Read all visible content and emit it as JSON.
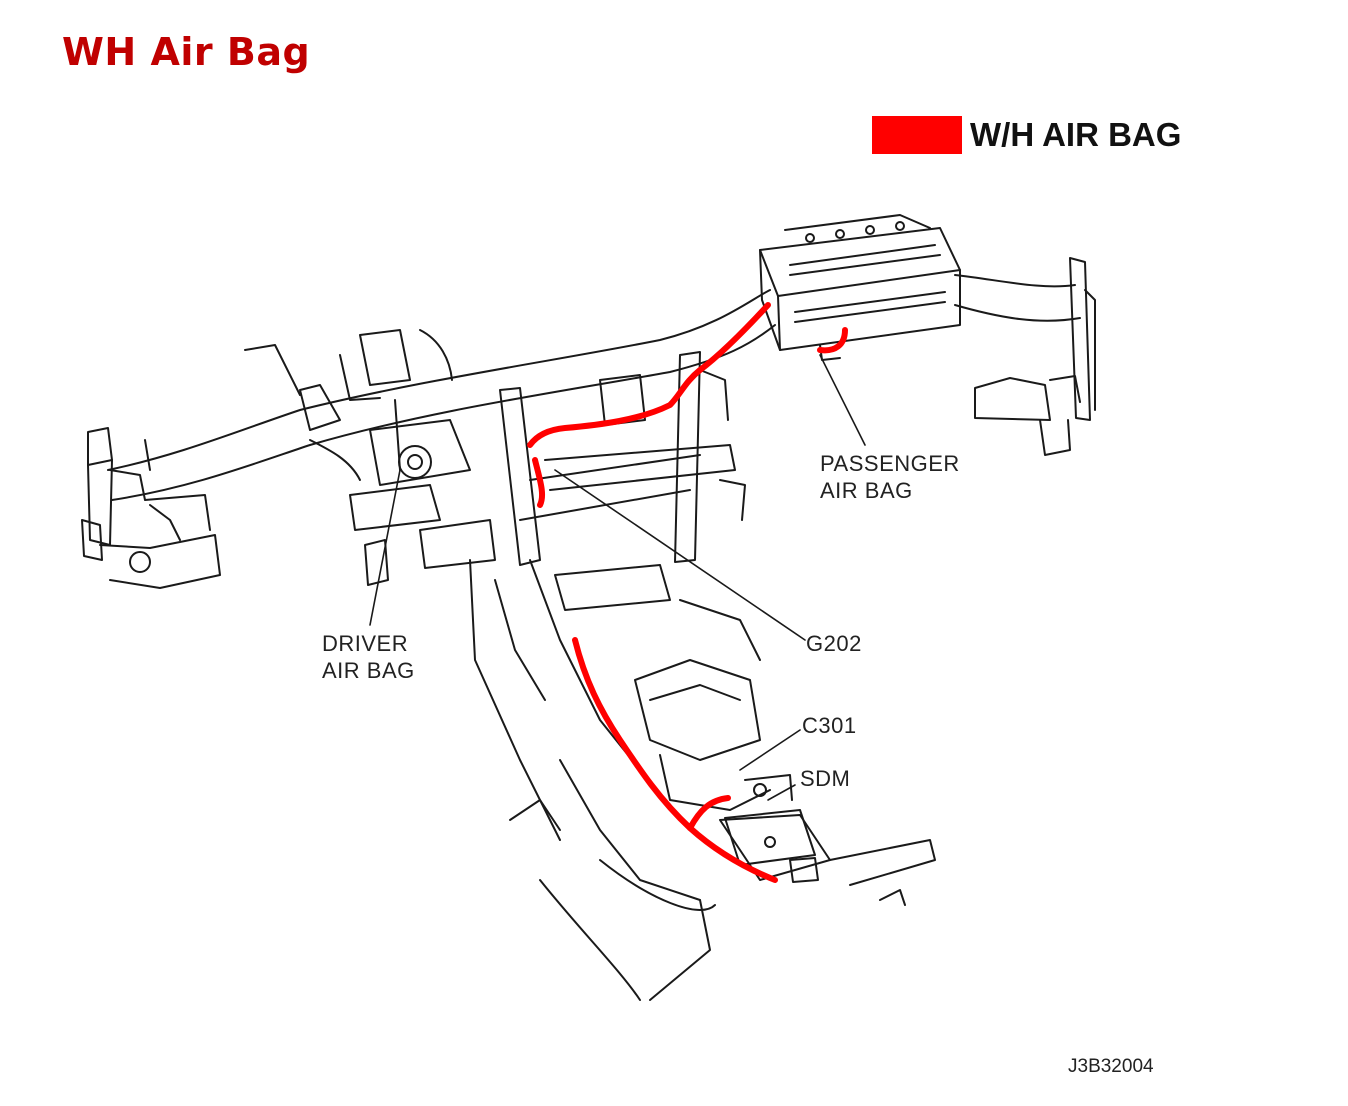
{
  "title": "WH Air Bag",
  "legend": {
    "label": "W/H AIR BAG",
    "color": "#ff0000"
  },
  "callouts": {
    "passenger_line1": "PASSENGER",
    "passenger_line2": "AIR BAG",
    "driver_line1": "DRIVER",
    "driver_line2": "AIR BAG",
    "g202": "G202",
    "c301": "C301",
    "sdm": "SDM"
  },
  "figure_id": "J3B32004",
  "colors": {
    "title": "#c00000",
    "harness": "#ff0000",
    "line_art": "#1a1a1a"
  }
}
